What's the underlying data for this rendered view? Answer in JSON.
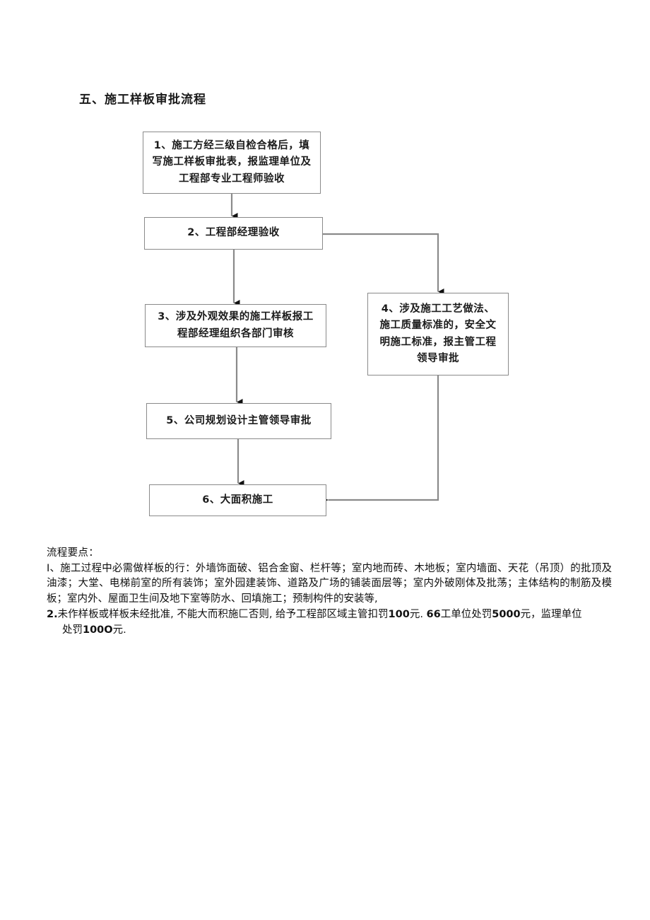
{
  "page": {
    "title": "五、施工样板审批流程"
  },
  "flowchart": {
    "boxes": [
      {
        "id": "box-1",
        "name": "flow-box-step-1",
        "text": "1、施工方经三级自检合格后，填写施工样板审批表，报监理单位及工程部专业工程师验收"
      },
      {
        "id": "box-2",
        "name": "flow-box-step-2",
        "text": "2、工程部经理验收"
      },
      {
        "id": "box-3",
        "name": "flow-box-step-3",
        "text": "3、涉及外观效果的施工样板报工程部经理组织各部门审核"
      },
      {
        "id": "box-4",
        "name": "flow-box-step-4",
        "text": "4、涉及施工工艺做法、施工质量标准的，安全文明施工标准，报主管工程领导审批"
      },
      {
        "id": "box-5",
        "name": "flow-box-step-5",
        "text": "5、公司规划设计主管领导审批"
      },
      {
        "id": "box-6",
        "name": "flow-box-step-6",
        "text": "6、大面积施工"
      }
    ],
    "connector_color": "#8a8a8a",
    "arrowhead_color": "#111111"
  },
  "notes": {
    "heading": "流程要点：",
    "item_1": "I、施工过程中必需做样板的行：外墙饰面破、铝合金窗、栏杆等；室内地而砖、木地板；室内墙面、天花（吊顶）的批顶及油漆；大堂、电梯前室的所有装饰；室外园建装饰、道路及广场的铺装面层等；室内外破刚体及批荡；主体结构的制筋及模板；室内外、屋面卫生间及地下室等防水、回填施工；预制构件的安装等,",
    "item_2_label": "2.",
    "item_2_part1": "未作样板或样板未经批准, 不能大而积施匚否则, 给予工程部区域主管扣罚",
    "item_2_num1": "100",
    "item_2_part2": "元. ",
    "item_2_num2": "66",
    "item_2_part3": "工单位处罚",
    "item_2_num3": "5000",
    "item_2_part4": "元，监理单位",
    "item_2_part5": "处罚",
    "item_2_num4": "100O",
    "item_2_part6": "元."
  }
}
